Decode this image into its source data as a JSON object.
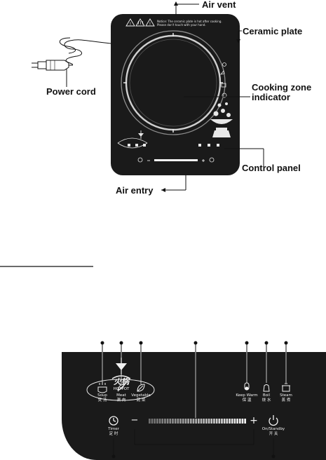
{
  "labels": {
    "air_vent": "Air vent",
    "ceramic_plate": "Ceramic plate",
    "power_cord": "Power cord",
    "cooking_zone_line1": "Cooking zone",
    "cooking_zone_line2": "indicator",
    "control_panel": "Control panel",
    "air_entry": "Air entry"
  },
  "warning_text": {
    "line1": "Notice: The ceramic plate is hot after cooking.",
    "line2": "Please don't touch with your hand."
  },
  "panel": {
    "hotpot_logo_cn": "火锅",
    "hotpot_logo_en": "HOTPOT",
    "minus_sign": "−",
    "plus_sign": "+",
    "buttons": [
      {
        "key": "soup",
        "en": "Soup",
        "cn": "煲 汤"
      },
      {
        "key": "meat",
        "en": "Meat",
        "cn": "涮 肉"
      },
      {
        "key": "vegetable",
        "en": "Vegetable",
        "cn": "蔬 菜"
      },
      {
        "key": "keep-warm",
        "en": "Keep Warm",
        "cn": "保 温"
      },
      {
        "key": "boil",
        "en": "Boil",
        "cn": "烧 水"
      },
      {
        "key": "steam",
        "en": "Steam",
        "cn": "蒸 煮"
      }
    ],
    "timer": {
      "en": "Timer",
      "cn": "定 时"
    },
    "standby": {
      "en": "On/Standby",
      "cn": "开 关"
    }
  },
  "colors": {
    "device_body": "#1a1a1a",
    "line": "#111111",
    "panel_text": "#f2f2f2"
  }
}
